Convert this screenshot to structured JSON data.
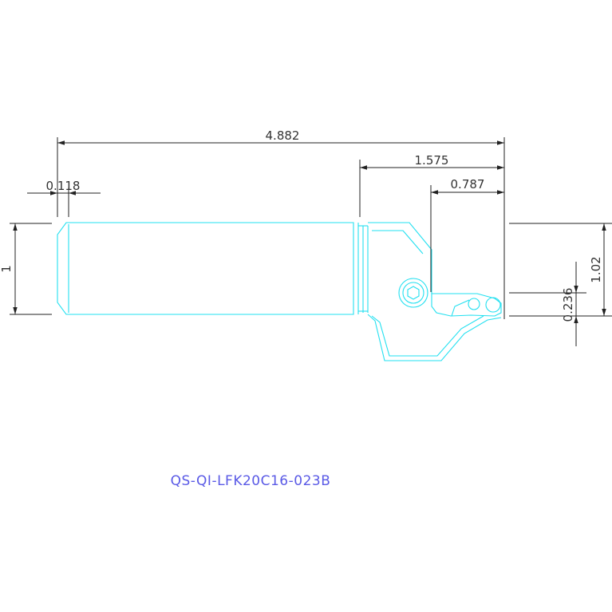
{
  "drawing": {
    "part_number": "QS-QI-LFK20C16-023B",
    "dimensions": {
      "overall_length": "4.882",
      "head_length": "1.575",
      "insert_reach": "0.787",
      "chamfer": "0.118",
      "shank_height": "1",
      "tip_height": "1.02",
      "tip_offset": "0.236"
    },
    "colors": {
      "part_outline": "#22e0f0",
      "dimension_line": "#222222",
      "label": "#5a5ae6",
      "background": "#ffffff"
    }
  }
}
